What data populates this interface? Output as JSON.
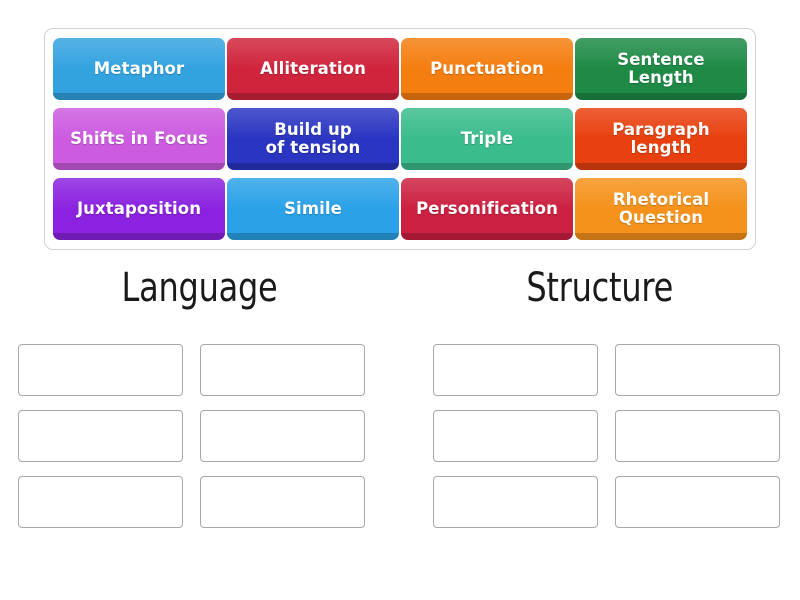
{
  "activity": {
    "type": "group-sort",
    "tray": {
      "name": "word-tile-tray",
      "tiles": [
        {
          "label": "Metaphor",
          "color": "#33A3E0",
          "category_hint": "language"
        },
        {
          "label": "Alliteration",
          "color": "#D0243C",
          "category_hint": "language"
        },
        {
          "label": "Punctuation",
          "color": "#F57E10",
          "category_hint": "structure"
        },
        {
          "label": "Sentence\nLength",
          "color": "#1E8A46",
          "category_hint": "structure"
        },
        {
          "label": "Shifts in Focus",
          "color": "#CC5BE0",
          "category_hint": "structure"
        },
        {
          "label": "Build up\nof tension",
          "color": "#2A35C2",
          "category_hint": "structure"
        },
        {
          "label": "Triple",
          "color": "#3BBC8C",
          "category_hint": "language"
        },
        {
          "label": "Paragraph\nlength",
          "color": "#E8400E",
          "category_hint": "structure"
        },
        {
          "label": "Juxtaposition",
          "color": "#8B22E0",
          "category_hint": "structure"
        },
        {
          "label": "Simile",
          "color": "#2BA2E8",
          "category_hint": "language"
        },
        {
          "label": "Personification",
          "color": "#CC2040",
          "category_hint": "language"
        },
        {
          "label": "Rhetorical\nQuestion",
          "color": "#F5921B",
          "category_hint": "language"
        }
      ]
    },
    "groups": [
      {
        "title": "Language",
        "slots": [
          {
            "value": ""
          },
          {
            "value": ""
          },
          {
            "value": ""
          },
          {
            "value": ""
          },
          {
            "value": ""
          },
          {
            "value": ""
          }
        ]
      },
      {
        "title": "Structure",
        "slots": [
          {
            "value": ""
          },
          {
            "value": ""
          },
          {
            "value": ""
          },
          {
            "value": ""
          },
          {
            "value": ""
          },
          {
            "value": ""
          }
        ]
      }
    ]
  },
  "colors": {
    "page_background": "#FFFFFF",
    "tray_border": "#D4D4D4",
    "slot_border": "#A9A9A9",
    "title_text": "#1A1A1A",
    "tile_text": "#FFFFFF"
  }
}
